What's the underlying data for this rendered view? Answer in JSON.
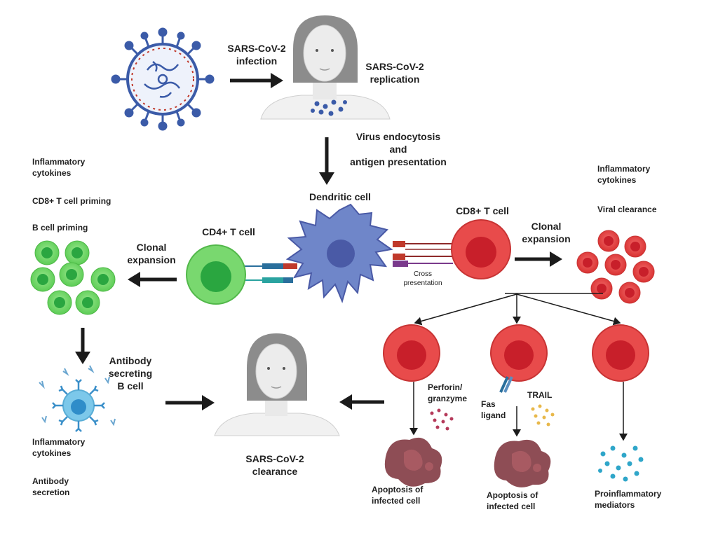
{
  "labels": {
    "infection": "SARS-CoV-2\ninfection",
    "replication": "SARS-CoV-2\nreplication",
    "endocytosis": "Virus endocytosis\nand\nantigen presentation",
    "dendritic_cell": "Dendritic cell",
    "cd4_t_cell": "CD4+ T cell",
    "cd8_t_cell": "CD8+ T cell",
    "clonal_expansion_left": "Clonal\nexpansion",
    "clonal_expansion_right": "Clonal\nexpansion",
    "cross_presentation": "Cross\npresentation",
    "left_inflammatory": "Inflammatory\ncytokines",
    "cd8_priming": "CD8+ T cell priming",
    "b_cell_priming": "B  cell priming",
    "right_inflammatory": "Inflammatory\ncytokines",
    "viral_clearance": "Viral clearance",
    "antibody_secreting": "Antibody\nsecreting\nB  cell",
    "bottom_inflammatory": "Inflammatory\ncytokines",
    "antibody_secretion": "Antibody\nsecretion",
    "clearance": "SARS-CoV-2\nclearance",
    "perforin": "Perforin/\ngranzyme",
    "fas_ligand": "Fas\nligand",
    "trail": "TRAIL",
    "apoptosis_1": "Apoptosis of\ninfected cell",
    "apoptosis_2": "Apoptosis of\ninfected cell",
    "proinflammatory": "Proinflammatory\nmediators"
  },
  "colors": {
    "virus": "#3b5ba8",
    "virus_spike_red": "#c0392b",
    "dendritic": "#6f86c9",
    "dendritic_nucleus": "#4a5aa6",
    "cd4_cell": "#79d86f",
    "cd4_nucleus": "#2aa640",
    "cd8_cell": "#e84b4b",
    "cd8_nucleus": "#c81f2a",
    "b_cell": "#7cc8ea",
    "b_cell_nucleus": "#2f8dc9",
    "infected_cell": "#8e4d55",
    "arrow": "#1b1b1b"
  }
}
